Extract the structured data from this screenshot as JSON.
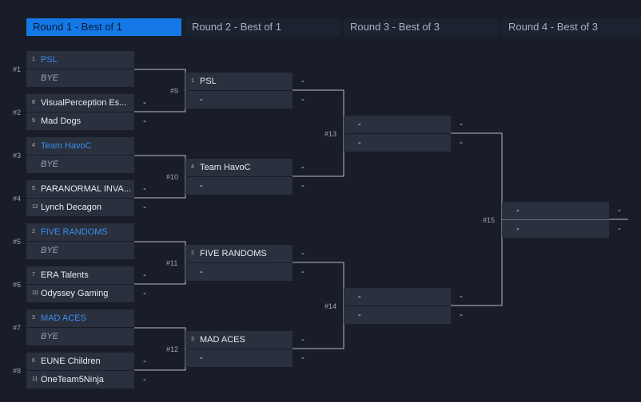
{
  "rounds": [
    {
      "label": "Round 1 - Best of 1"
    },
    {
      "label": "Round 2 - Best of 1"
    },
    {
      "label": "Round 3 - Best of 3"
    },
    {
      "label": "Round 4 - Best of 3"
    }
  ],
  "matches": {
    "m1": {
      "label": "#1",
      "top": {
        "seed": "1",
        "team": "PSL",
        "score": ""
      },
      "bottom": {
        "seed": "",
        "team": "BYE",
        "score": ""
      }
    },
    "m2": {
      "label": "#2",
      "top": {
        "seed": "8",
        "team": "VisualPerception Es...",
        "score": "-"
      },
      "bottom": {
        "seed": "9",
        "team": "Mad Dogs",
        "score": "-"
      }
    },
    "m3": {
      "label": "#3",
      "top": {
        "seed": "4",
        "team": "Team HavoC",
        "score": ""
      },
      "bottom": {
        "seed": "",
        "team": "BYE",
        "score": ""
      }
    },
    "m4": {
      "label": "#4",
      "top": {
        "seed": "5",
        "team": "PARANORMAL INVA...",
        "score": "-"
      },
      "bottom": {
        "seed": "12",
        "team": "Lynch Decagon",
        "score": "-"
      }
    },
    "m5": {
      "label": "#5",
      "top": {
        "seed": "2",
        "team": "FIVE RANDOMS",
        "score": ""
      },
      "bottom": {
        "seed": "",
        "team": "BYE",
        "score": ""
      }
    },
    "m6": {
      "label": "#6",
      "top": {
        "seed": "7",
        "team": "ERA Talents",
        "score": "-"
      },
      "bottom": {
        "seed": "10",
        "team": "Odyssey Gaming",
        "score": "-"
      }
    },
    "m7": {
      "label": "#7",
      "top": {
        "seed": "3",
        "team": "MAD ACES",
        "score": ""
      },
      "bottom": {
        "seed": "",
        "team": "BYE",
        "score": ""
      }
    },
    "m8": {
      "label": "#8",
      "top": {
        "seed": "6",
        "team": "EUNE Children",
        "score": "-"
      },
      "bottom": {
        "seed": "11",
        "team": "OneTeam5Ninja",
        "score": "-"
      }
    },
    "m9": {
      "label": "#9",
      "top": {
        "seed": "1",
        "team": "PSL",
        "score": "-"
      },
      "bottom": {
        "seed": "",
        "team": "-",
        "score": "-"
      }
    },
    "m10": {
      "label": "#10",
      "top": {
        "seed": "4",
        "team": "Team HavoC",
        "score": "-"
      },
      "bottom": {
        "seed": "",
        "team": "-",
        "score": "-"
      }
    },
    "m11": {
      "label": "#11",
      "top": {
        "seed": "2",
        "team": "FIVE RANDOMS",
        "score": "-"
      },
      "bottom": {
        "seed": "",
        "team": "-",
        "score": "-"
      }
    },
    "m12": {
      "label": "#12",
      "top": {
        "seed": "3",
        "team": "MAD ACES",
        "score": "-"
      },
      "bottom": {
        "seed": "",
        "team": "-",
        "score": "-"
      }
    },
    "m13": {
      "label": "#13",
      "top": {
        "seed": "",
        "team": "-",
        "score": "-"
      },
      "bottom": {
        "seed": "",
        "team": "-",
        "score": "-"
      }
    },
    "m14": {
      "label": "#14",
      "top": {
        "seed": "",
        "team": "-",
        "score": "-"
      },
      "bottom": {
        "seed": "",
        "team": "-",
        "score": "-"
      }
    },
    "m15": {
      "label": "#15",
      "top": {
        "seed": "",
        "team": "-",
        "score": "-"
      },
      "bottom": {
        "seed": "",
        "team": "-",
        "score": "-"
      }
    }
  },
  "colors": {
    "background": "#181d29",
    "slot": "#2a303e",
    "active_tab": "#1478e6",
    "advanced_team": "#3a8ef0",
    "connector": "#b6bcc8"
  }
}
